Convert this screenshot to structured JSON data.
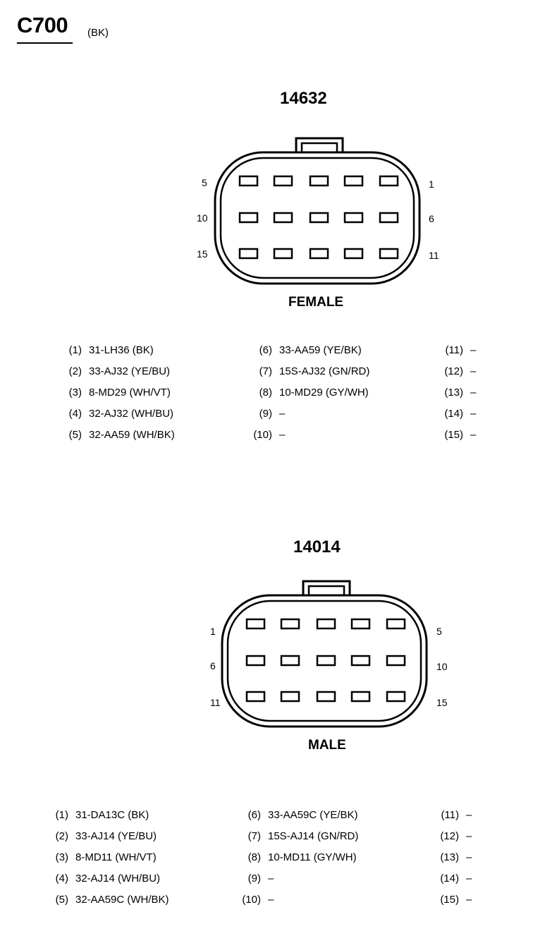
{
  "header": {
    "code": "C700",
    "color": "(BK)"
  },
  "connectors": [
    {
      "part_number": "14632",
      "gender": "FEMALE",
      "left_labels": [
        "5",
        "10",
        "15"
      ],
      "right_labels": [
        "1",
        "6",
        "11"
      ],
      "pins": [
        {
          "pin": "(1)",
          "circuit": "31-LH36 (BK)"
        },
        {
          "pin": "(2)",
          "circuit": "33-AJ32 (YE/BU)"
        },
        {
          "pin": "(3)",
          "circuit": "8-MD29 (WH/VT)"
        },
        {
          "pin": "(4)",
          "circuit": "32-AJ32 (WH/BU)"
        },
        {
          "pin": "(5)",
          "circuit": "32-AA59 (WH/BK)"
        },
        {
          "pin": "(6)",
          "circuit": "33-AA59 (YE/BK)"
        },
        {
          "pin": "(7)",
          "circuit": "15S-AJ32 (GN/RD)"
        },
        {
          "pin": "(8)",
          "circuit": "10-MD29 (GY/WH)"
        },
        {
          "pin": "(9)",
          "circuit": "–"
        },
        {
          "pin": "(10)",
          "circuit": "–"
        },
        {
          "pin": "(11)",
          "circuit": "–"
        },
        {
          "pin": "(12)",
          "circuit": "–"
        },
        {
          "pin": "(13)",
          "circuit": "–"
        },
        {
          "pin": "(14)",
          "circuit": "–"
        },
        {
          "pin": "(15)",
          "circuit": "–"
        }
      ]
    },
    {
      "part_number": "14014",
      "gender": "MALE",
      "left_labels": [
        "1",
        "6",
        "11"
      ],
      "right_labels": [
        "5",
        "10",
        "15"
      ],
      "pins": [
        {
          "pin": "(1)",
          "circuit": "31-DA13C (BK)"
        },
        {
          "pin": "(2)",
          "circuit": "33-AJ14 (YE/BU)"
        },
        {
          "pin": "(3)",
          "circuit": "8-MD11 (WH/VT)"
        },
        {
          "pin": "(4)",
          "circuit": "32-AJ14 (WH/BU)"
        },
        {
          "pin": "(5)",
          "circuit": "32-AA59C (WH/BK)"
        },
        {
          "pin": "(6)",
          "circuit": "33-AA59C (YE/BK)"
        },
        {
          "pin": "(7)",
          "circuit": "15S-AJ14 (GN/RD)"
        },
        {
          "pin": "(8)",
          "circuit": "10-MD11 (GY/WH)"
        },
        {
          "pin": "(9)",
          "circuit": "–"
        },
        {
          "pin": "(10)",
          "circuit": "–"
        },
        {
          "pin": "(11)",
          "circuit": "–"
        },
        {
          "pin": "(12)",
          "circuit": "–"
        },
        {
          "pin": "(13)",
          "circuit": "–"
        },
        {
          "pin": "(14)",
          "circuit": "–"
        },
        {
          "pin": "(15)",
          "circuit": "–"
        }
      ]
    }
  ]
}
